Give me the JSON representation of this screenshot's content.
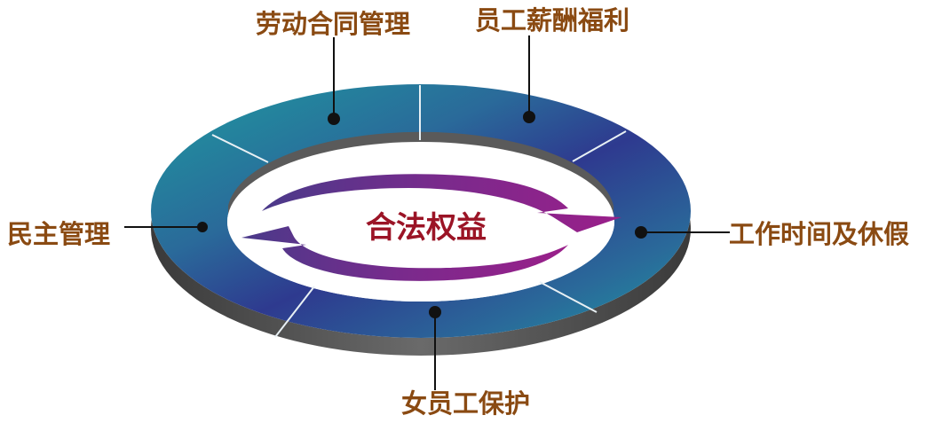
{
  "diagram": {
    "center_text": "合法权益",
    "colors": {
      "label_text": "#8a4a12",
      "center_text": "#9b1426",
      "arrow": "#7a2a8c",
      "ring_teal": "#1c8f99",
      "ring_navy": "#2c3a8e",
      "ring_side": "#4a4a4a",
      "connector": "#111111"
    },
    "segments": [
      {
        "id": "contract",
        "label": "劳动合同管理"
      },
      {
        "id": "salary",
        "label": "员工薪酬福利"
      },
      {
        "id": "worktime",
        "label": "工作时间及休假"
      },
      {
        "id": "female",
        "label": "女员工保护"
      },
      {
        "id": "democracy",
        "label": "民主管理"
      }
    ]
  }
}
